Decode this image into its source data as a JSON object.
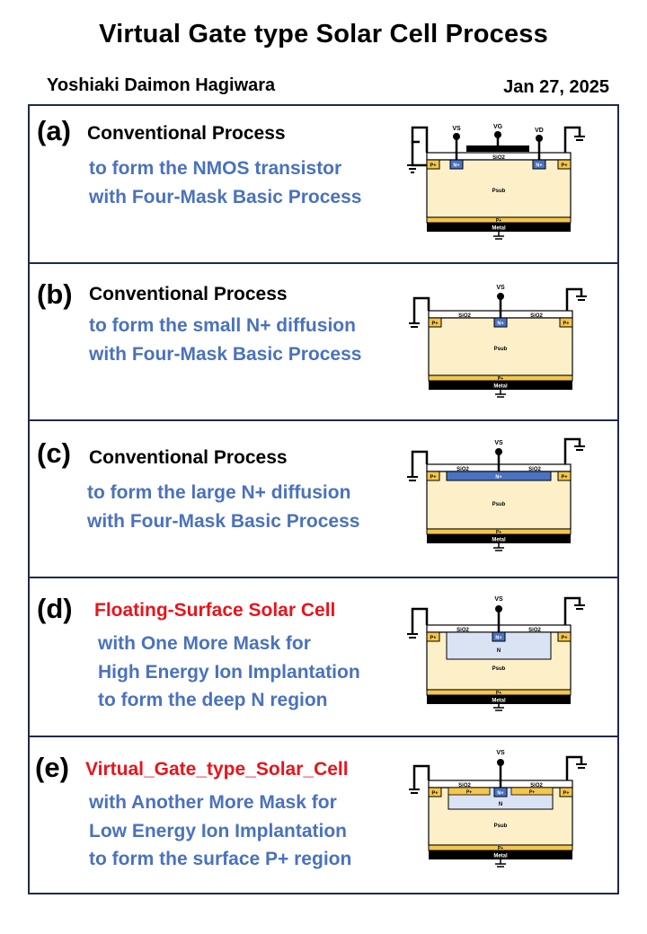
{
  "title": "Virtual Gate type Solar Cell Process",
  "author": "Yoshiaki Daimon Hagiwara",
  "date": "Jan 27, 2025",
  "panels": [
    {
      "label": "(a)",
      "heading": "Conventional Process",
      "lines": [
        "to form the NMOS transistor",
        "with Four-Mask Basic Process"
      ],
      "diagram": {
        "terminals": [
          "VS",
          "VG",
          "VD"
        ],
        "oxide": "SiO2",
        "regions": [
          "P+",
          "N+",
          "N+",
          "P+"
        ],
        "substrate": "Psub",
        "back_layer": "P+",
        "metal": "Metal"
      }
    },
    {
      "label": "(b)",
      "heading": "Conventional Process",
      "lines": [
        "to form the small N+ diffusion",
        "with Four-Mask Basic Process"
      ],
      "diagram": {
        "terminals": [
          "VS"
        ],
        "oxide_left": "SiO2",
        "oxide_right": "SiO2",
        "regions": [
          "P+",
          "N+",
          "P+"
        ],
        "substrate": "Psub",
        "back_layer": "P+",
        "metal": "Metal"
      }
    },
    {
      "label": "(c)",
      "heading": "Conventional Process",
      "lines": [
        "to form the large N+ diffusion",
        "with Four-Mask Basic Process"
      ],
      "diagram": {
        "terminals": [
          "VS"
        ],
        "oxide_left": "SiO2",
        "oxide_right": "SiO2",
        "regions": [
          "P+",
          "N+",
          "P+"
        ],
        "substrate": "Psub",
        "back_layer": "P+",
        "metal": "Metal"
      }
    },
    {
      "label": "(d)",
      "heading": "Floating-Surface Solar Cell",
      "lines": [
        "with One More Mask for",
        "High Energy Ion Implantation",
        "to form the deep N region"
      ],
      "diagram": {
        "terminals": [
          "VS"
        ],
        "oxide_left": "SiO2",
        "oxide_right": "SiO2",
        "regions": [
          "P+",
          "N+",
          "P+"
        ],
        "deep_region": "N",
        "substrate": "Psub",
        "back_layer": "P+",
        "metal": "Metal"
      }
    },
    {
      "label": "(e)",
      "heading": "Virtual_Gate_type_Solar_Cell",
      "lines": [
        "with Another More Mask for",
        "Low Energy Ion Implantation",
        "to form the surface P+ region"
      ],
      "diagram": {
        "terminals": [
          "VS"
        ],
        "oxide_left": "SiO2",
        "oxide_right": "SiO2",
        "regions": [
          "P+",
          "N+",
          "P+"
        ],
        "surface_left": "P+",
        "surface_right": "P+",
        "deep_region": "N",
        "substrate": "Psub",
        "back_layer": "P+",
        "metal": "Metal"
      }
    }
  ],
  "colors": {
    "frame": "#1f2a4a",
    "blue_text": "#4a72bd",
    "red_text": "#e8141b",
    "substrate": "#fdf0c8",
    "p_plus": "#f5c64a",
    "n_plus": "#4a72c4",
    "deep_n": "#dae3f3",
    "metal": "#000000"
  }
}
